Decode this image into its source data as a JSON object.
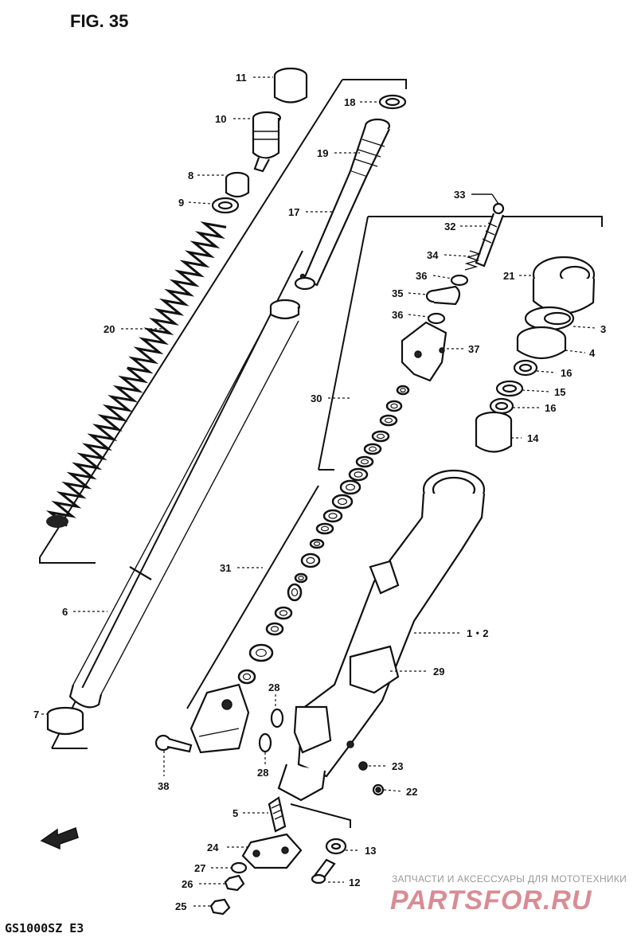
{
  "figure": {
    "title": "FIG. 35",
    "model_code": "GS1000SZ  E3"
  },
  "watermark": {
    "caption": "ЗАПЧАСТИ И АКСЕССУАРЫ ДЛЯ МОТОТЕХНИКИ",
    "logo_text": "PARTSFOR.RU",
    "logo_color": "#d98c95"
  },
  "callouts": {
    "c11": "11",
    "c10": "10",
    "c8": "8",
    "c9": "9",
    "c20": "20",
    "c6": "6",
    "c7": "7",
    "c18": "18",
    "c19": "19",
    "c17": "17",
    "c33": "33",
    "c32": "32",
    "c34": "34",
    "c36a": "36",
    "c35": "35",
    "c36b": "36",
    "c37": "37",
    "c30": "30",
    "c21": "21",
    "c3": "3",
    "c4": "4",
    "c16a": "16",
    "c15": "15",
    "c16b": "16",
    "c14": "14",
    "c12_main": "1・2",
    "c29": "29",
    "c31": "31",
    "c28a": "28",
    "c28b": "28",
    "c38": "38",
    "c23": "23",
    "c22": "22",
    "c5": "5",
    "c24": "24",
    "c13": "13",
    "c27": "27",
    "c26": "26",
    "c12": "12",
    "c25": "25"
  },
  "icons": {
    "direction_arrow": "front-direction-arrow-icon"
  }
}
